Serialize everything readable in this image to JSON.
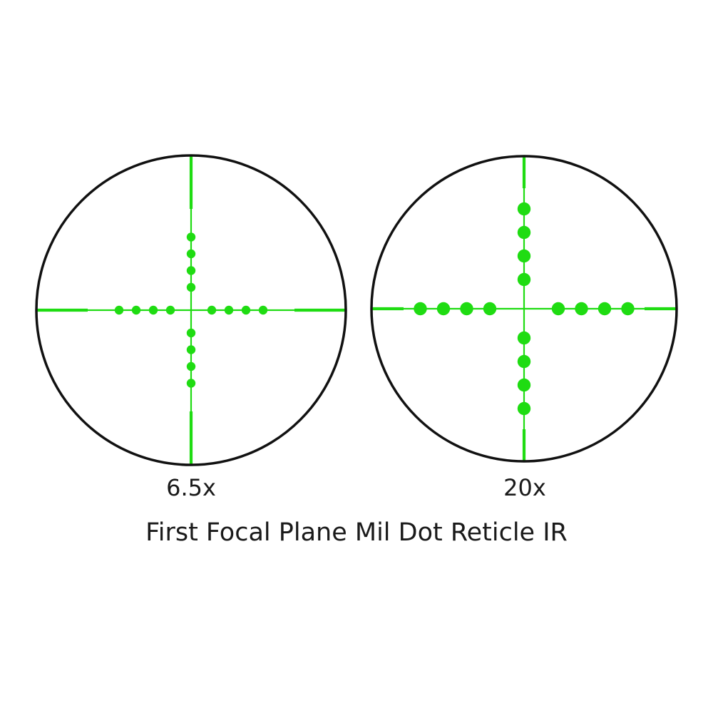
{
  "title": "First Focal Plane Mil Dot Reticle IR",
  "colors": {
    "reticle": "#1fdc12",
    "ring": "#111111",
    "text": "#1a1a1a",
    "background": "#ffffff"
  },
  "views": [
    {
      "label": "6.5x",
      "dots_per_arm": 4
    },
    {
      "label": "20x",
      "dots_per_arm": 4
    }
  ]
}
